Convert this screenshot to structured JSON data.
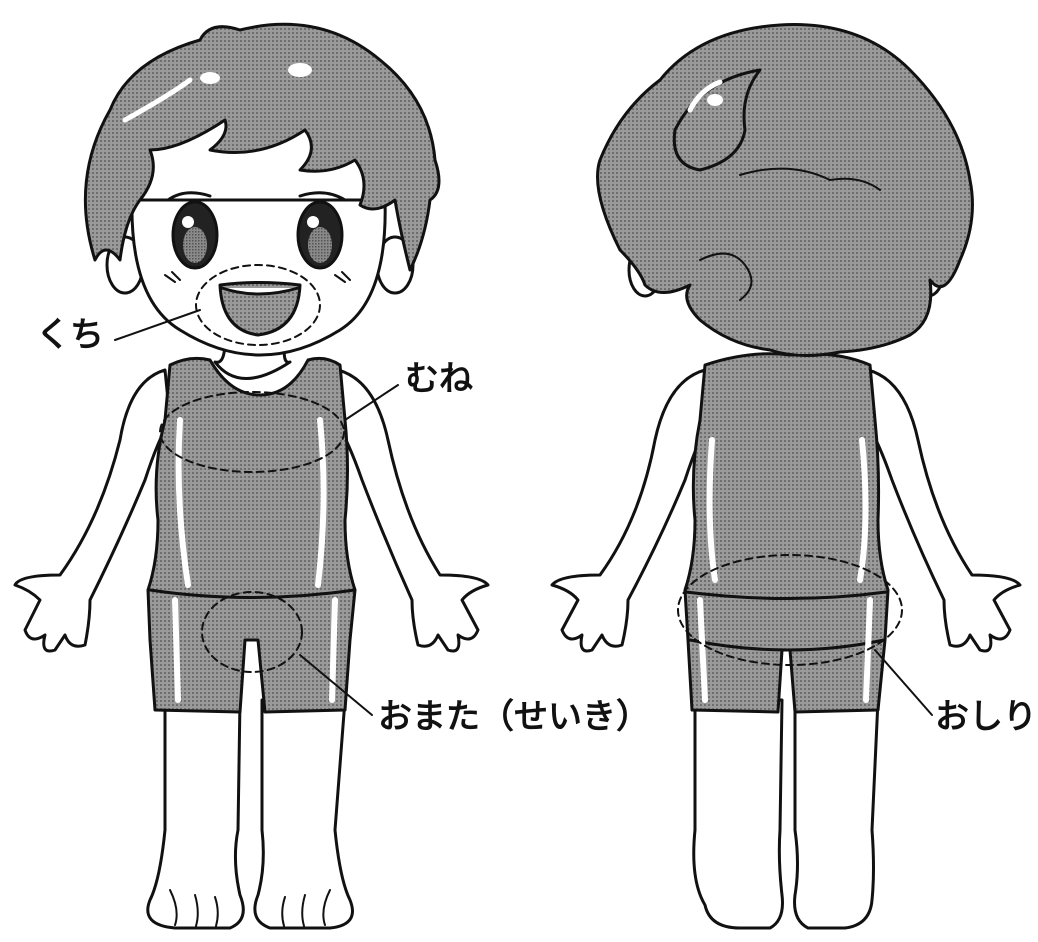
{
  "labels": {
    "mouth": "くち",
    "chest": "むね",
    "genitals": "おまた（せいき）",
    "buttocks": "おしり"
  },
  "colors": {
    "outline": "#111111",
    "hair_tone": "#8c8c8c",
    "suit_tone": "#7f7f7f",
    "skin": "#ffffff",
    "highlight": "#ffffff",
    "mouth_tone": "#a0a0a0"
  },
  "figures": {
    "front_view": "child-front",
    "back_view": "child-back"
  }
}
